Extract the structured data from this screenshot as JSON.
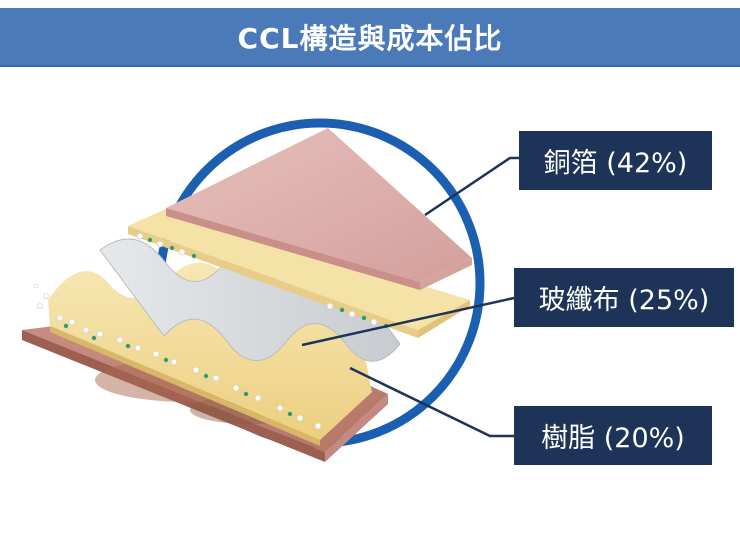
{
  "title": "CCL構造與成本佔比",
  "labels": [
    {
      "name": "copper-foil",
      "text": "銅箔 (42%)"
    },
    {
      "name": "glass-fiber-cloth",
      "text": "玻纖布 (25%)"
    },
    {
      "name": "resin",
      "text": "樹脂 (20%)"
    }
  ],
  "colors": {
    "title_bar": "#4a7bb8",
    "label_box": "#1d3357",
    "circle": "#1a5fb0",
    "copper": "#d9a9a6",
    "glass_fiber": "#d9dde0",
    "resin": "#f3dc9c"
  }
}
